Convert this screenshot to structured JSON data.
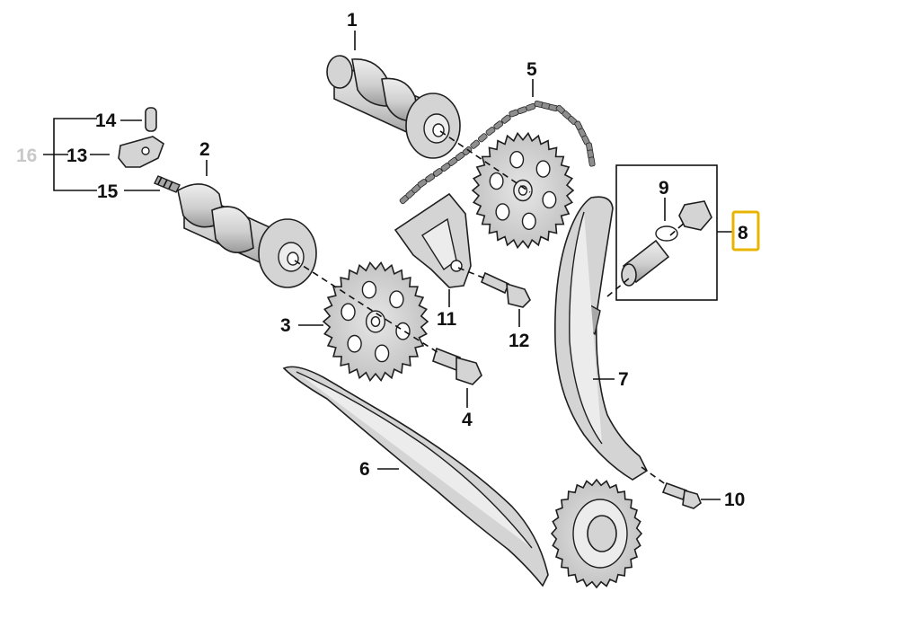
{
  "callouts": {
    "c1": "1",
    "c2": "2",
    "c3": "3",
    "c4": "4",
    "c5": "5",
    "c6": "6",
    "c7": "7",
    "c8": "8",
    "c9": "9",
    "c10": "10",
    "c11": "11",
    "c12": "12",
    "c13": "13",
    "c14": "14",
    "c15": "15",
    "c16": "16"
  },
  "highlight": {
    "callout": "8",
    "color": "#e8b400"
  },
  "colors": {
    "line": "#111111",
    "part_fill": "#d4d4d4",
    "dimmed_label": "#c8c8c8"
  }
}
